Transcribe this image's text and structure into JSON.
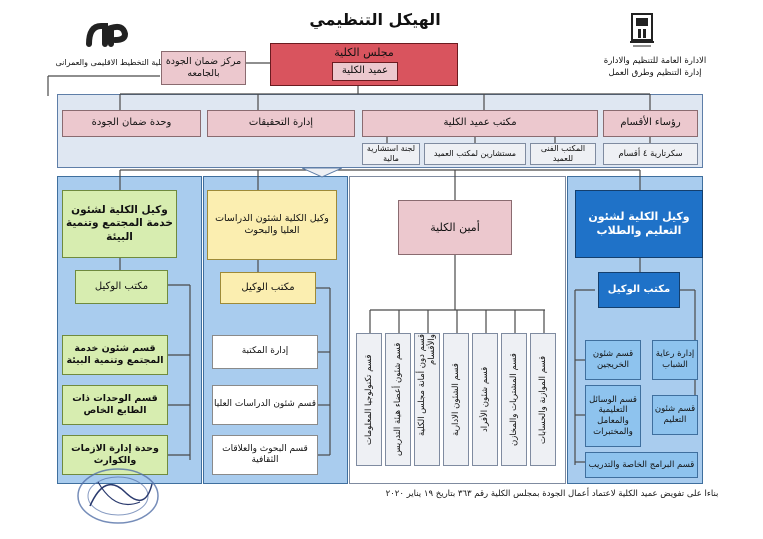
{
  "title": "الهيكل التنظيمي",
  "header": {
    "top_right_lines": [
      "الادارة العامة للتنظيم والادارة",
      "إدارة التنظيم وطرق العمل"
    ],
    "top_left": "كلية التخطيط الاقليمى والعمرانى",
    "council": "مجلس الكلية",
    "dean": "عميد الكلية",
    "quality_center": "مركز ضمان الجودة بالجامعه"
  },
  "row2": {
    "dept_heads": "رؤساء الأقسام",
    "dean_office": "مكتب عميد الكلية",
    "investigations": "إدارة التحقيقات",
    "quality_unit": "وحدة ضمان الجودة",
    "secretariat": "سكرتارية ٤ أقسام",
    "technical_office": "المكتب الفنى للعميد",
    "consultants": "مستشارين لمكتب العميد",
    "finance_committee": "لجنة استشارية مالية"
  },
  "vp_education": {
    "title": "وكيل الكلية لشئون التعليم والطلاب",
    "office": "مكتب الوكيل",
    "graduates": "قسم شئون الخريجين",
    "youth": "إدارة رعاية الشباب",
    "media": "قسم الوسائل التعليمية والمعامل والمختبرات",
    "education": "قسم شئون التعليم",
    "special": "قسم البرامج الخاصة والتدريب"
  },
  "secretary_general": {
    "title": "أمين الكلية",
    "sections": [
      "قسم الموازنة والحسابات",
      "قسم المشتريات والمخازن",
      "قسم شئون الأفراد",
      "قسم الشئون الادارية",
      "قسم دون أمانة مجلس الكلية والأقسام",
      "قسم شئون أعضاء هيئة التدريس",
      "قسم تكنولوجيا المعلومات"
    ]
  },
  "vp_graduate": {
    "title": "وكيل الكلية لشئون الدراسات العليا والبحوث",
    "office": "مكتب الوكيل",
    "library": "إدارة المكتبة",
    "grad_studies": "قسم شئون الدراسات العليا",
    "research": "قسم البحوث والعلاقات الثقافية"
  },
  "vp_community": {
    "title": "وكيل الكلية لشئون خدمة المجتمع وتنمية البيئة",
    "office": "مكتب الوكيل",
    "community_section": "قسم شئون خدمة المجتمع وتنمية البيئة",
    "special_units": "قسم الوحدات ذات الطابع الخاص",
    "crisis_unit": "وحدة إدارة الازمات والكوارث"
  },
  "footer": "بناءا على تفويض عميد الكلية لاعتماد أعمال الجودة بمجلس الكلية رقم ٣٦٣ بتاريخ ١٩ يناير ٢٠٢٠",
  "colors": {
    "dark_red": "#d9545e",
    "pink": "#ecc8ce",
    "dark_blue": "#1f72c8",
    "light_blue": "#8ec3ee",
    "green": "#d7edb0",
    "yellow": "#fbeeb0"
  }
}
